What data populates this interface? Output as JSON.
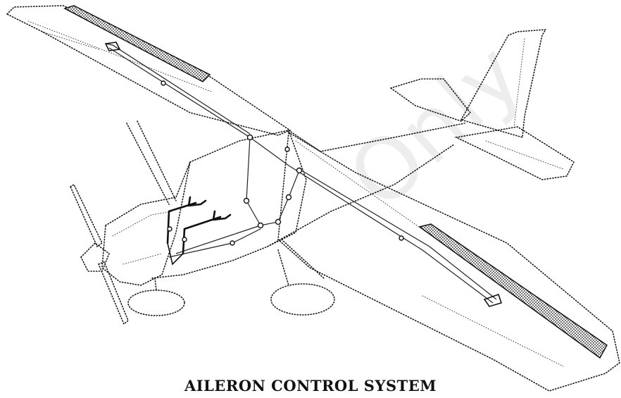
{
  "diagram": {
    "title": "AILERON CONTROL SYSTEM",
    "watermark": "Only"
  },
  "icons": {
    "aircraft": "high-wing-aircraft-outline",
    "left_aileron": "stippled-aileron-left",
    "right_aileron": "stippled-aileron-right",
    "control_wheels": "control-yoke-pair",
    "cables": "aileron-cable-run",
    "pulleys": "cable-pulley"
  },
  "colors": {
    "ink": "#111111",
    "paper": "#ffffff"
  }
}
